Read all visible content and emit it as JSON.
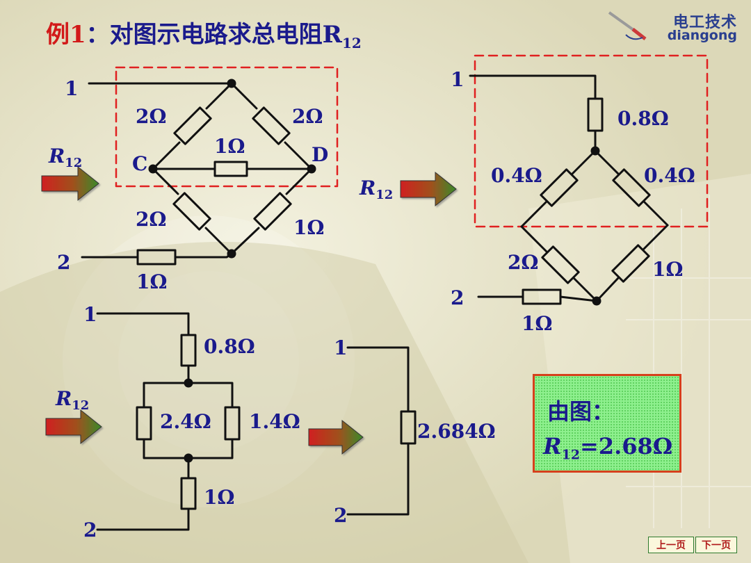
{
  "title": {
    "prefix": "例1",
    "text": "：对图示电路求总电阻R",
    "subscript": "12"
  },
  "logo": {
    "chinese": "电工技术",
    "latin": "diangong"
  },
  "circuit1": {
    "terminal_top": "1",
    "terminal_bottom": "2",
    "node_c": "C",
    "node_d": "D",
    "r_upper_left": "2Ω",
    "r_upper_right": "2Ω",
    "r_middle": "1Ω",
    "r_lower_left": "2Ω",
    "r_lower_right": "1Ω",
    "r_series": "1Ω",
    "arrow_label": "R",
    "arrow_sub": "12"
  },
  "circuit2": {
    "terminal_top": "1",
    "terminal_bottom": "2",
    "r_top": "0.8Ω",
    "r_upper_left": "0.4Ω",
    "r_upper_right": "0.4Ω",
    "r_lower_left": "2Ω",
    "r_lower_right": "1Ω",
    "r_series": "1Ω",
    "arrow_label": "R",
    "arrow_sub": "12"
  },
  "circuit3": {
    "terminal_top": "1",
    "terminal_bottom": "2",
    "r_top": "0.8Ω",
    "r_left": "2.4Ω",
    "r_right": "1.4Ω",
    "r_bottom": "1Ω",
    "arrow_label": "R",
    "arrow_sub": "12"
  },
  "circuit4": {
    "terminal_top": "1",
    "terminal_bottom": "2",
    "r_total": "2.684Ω"
  },
  "result": {
    "line1": "由图：",
    "r_label": "R",
    "r_sub": "12",
    "value": "=2.68Ω"
  },
  "nav": {
    "prev": "上一页",
    "next": "下一页"
  },
  "colors": {
    "wire": "#111111",
    "dash": "#e02020",
    "label": "#1a1a8c",
    "arrow_start": "#d02020",
    "arrow_end": "#3a8a2a"
  }
}
